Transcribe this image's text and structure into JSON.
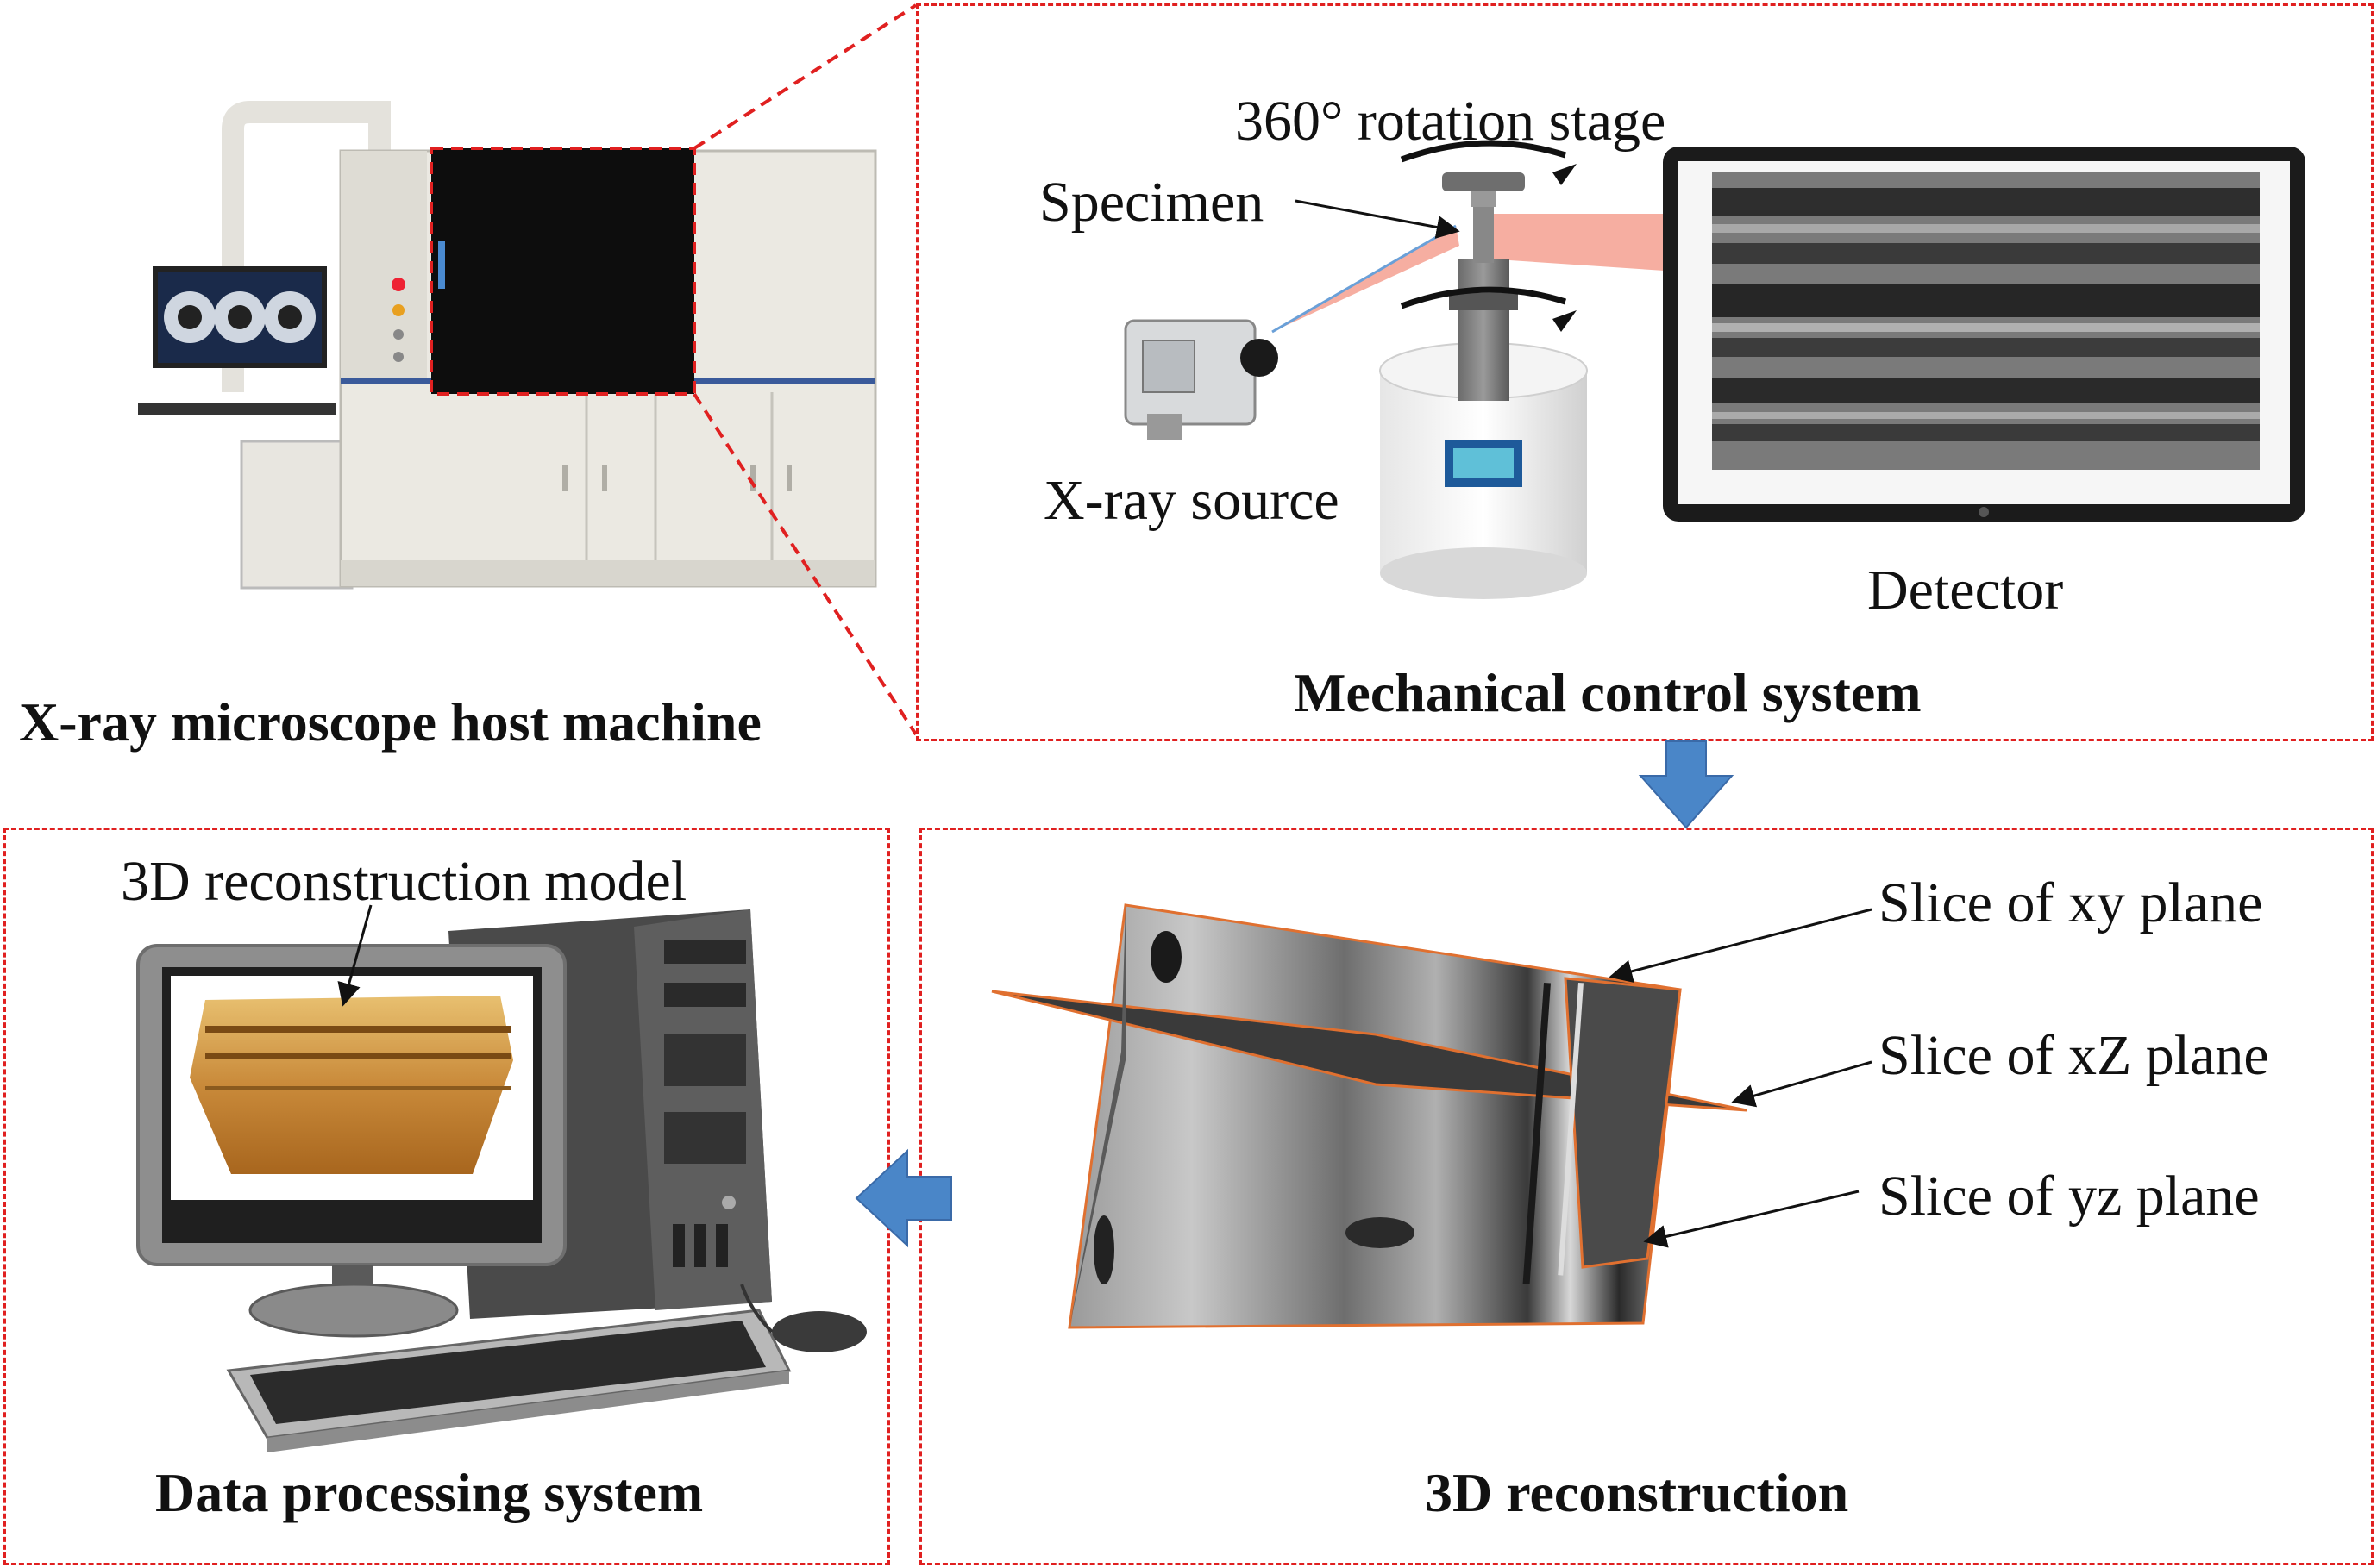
{
  "panels": {
    "host": {
      "title": "X-ray microscope host machine"
    },
    "mechanical": {
      "title": "Mechanical control system",
      "labels": {
        "rotation_stage": "360° rotation stage",
        "specimen": "Specimen",
        "xray_source": "X-ray source",
        "detector": "Detector"
      }
    },
    "reconstruction": {
      "title": "3D reconstruction",
      "labels": {
        "xy": "Slice of xy plane",
        "xz": "Slice of xZ plane",
        "yz": "Slice of yz plane"
      }
    },
    "processing": {
      "title": "Data processing system",
      "labels": {
        "model": "3D reconstruction model"
      }
    }
  },
  "colors": {
    "dashed_border": "#e02020",
    "flow_arrow": "#4a86c8",
    "beam": "#f4a090"
  },
  "icons": {
    "flow_down": "arrow-down-icon",
    "flow_left": "arrow-left-icon"
  }
}
